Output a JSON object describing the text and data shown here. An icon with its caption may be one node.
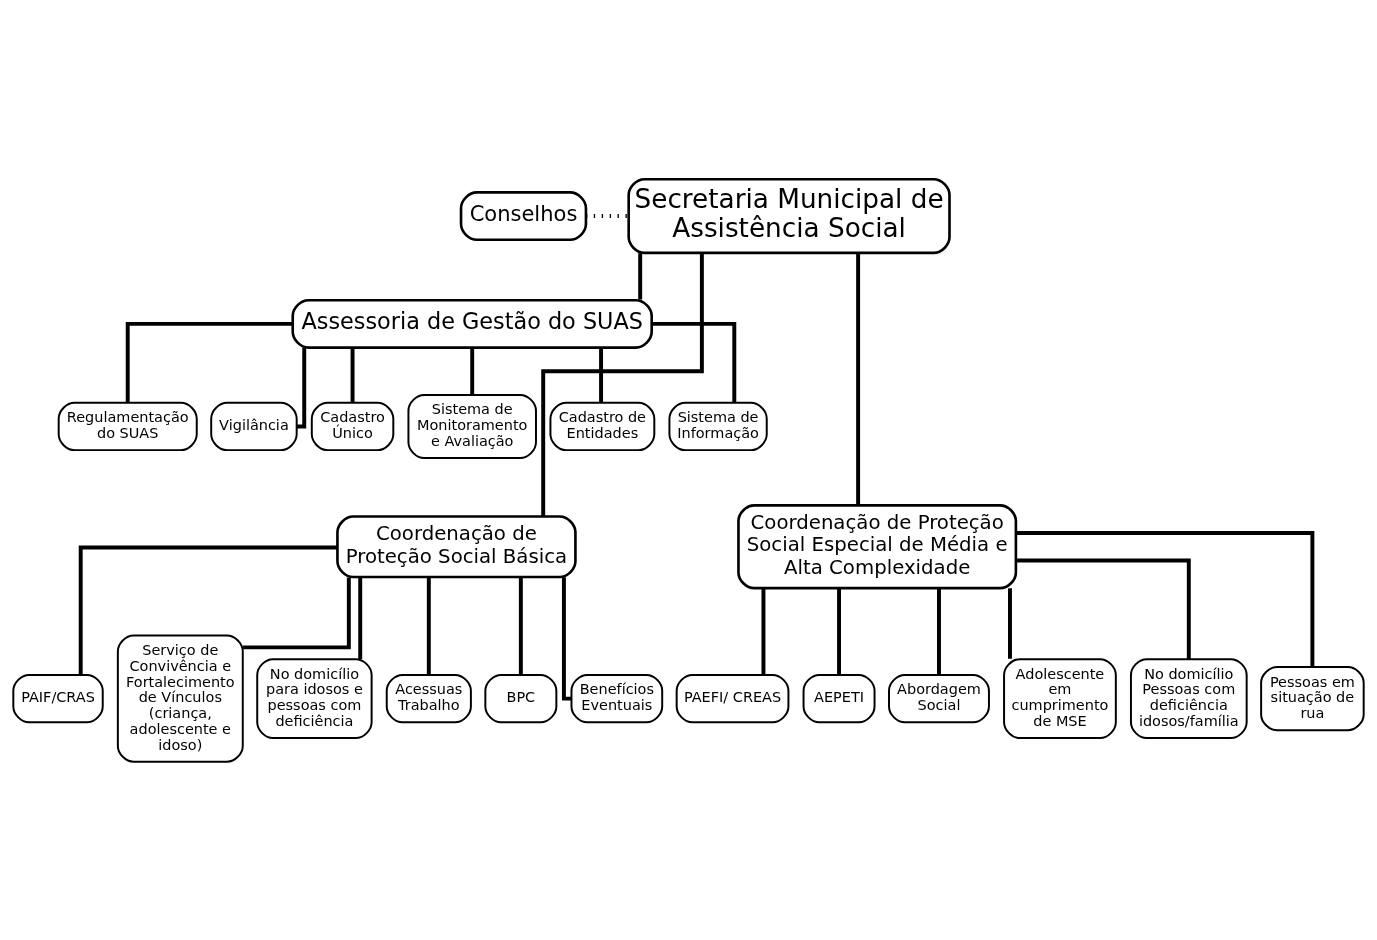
{
  "diagram": {
    "nodes": [
      {
        "text": [
          "Conselhos"
        ]
      },
      {
        "text": [
          "Secretaria Municipal de Assistência Social"
        ]
      },
      {
        "text": [
          "Assessoria de Gestão do SUAS"
        ]
      },
      {
        "text": [
          "Regulamentação do SUAS"
        ]
      },
      {
        "text": [
          "Vigilância"
        ]
      },
      {
        "text": [
          "Cadastro Único"
        ]
      },
      {
        "text": [
          "Sistema de Monitoramento e Avaliação"
        ]
      },
      {
        "text": [
          "Cadastro de Entidades"
        ]
      },
      {
        "text": [
          "Sistema de Informação"
        ]
      },
      {
        "text": [
          "Coordenação de Proteção Social Básica"
        ]
      },
      {
        "text": [
          "Coordenação de Proteção Social Especial de Média e Alta Complexidade"
        ]
      },
      {
        "text": [
          "PAIF/CRAS"
        ]
      },
      {
        "text": [
          "Serviço de Convivência e Fortalecimento de Vínculos (criança, adolescente e idoso)"
        ]
      },
      {
        "text": [
          "No domicílio para idosos e pessoas com deficiência"
        ]
      },
      {
        "text": [
          "Acessuas Trabalho"
        ]
      },
      {
        "text": [
          "BPC"
        ]
      },
      {
        "text": [
          "Benefícios Eventuais"
        ]
      },
      {
        "text": [
          "PAEFI/ CREAS"
        ]
      },
      {
        "text": [
          "AEPETI"
        ]
      },
      {
        "text": [
          "Abordagem Social"
        ]
      },
      {
        "text": [
          "Adolescente em cumprimento de MSE"
        ]
      },
      {
        "text": [
          "No domicílio Pessoas com deficiência idosos/família"
        ]
      },
      {
        "text": [
          "Pessoas em situação de rua"
        ]
      }
    ],
    "edges": [
      {
        "from": 0,
        "to": 1,
        "arrow": "none",
        "style": "dashed"
      },
      {
        "from": 1,
        "to": 2,
        "arrow": "none"
      },
      {
        "from": 2,
        "to": 3,
        "arrow": "none"
      },
      {
        "from": 2,
        "to": 4,
        "arrow": "none"
      },
      {
        "from": 2,
        "to": 5,
        "arrow": "none"
      },
      {
        "from": 2,
        "to": 6,
        "arrow": "none"
      },
      {
        "from": 2,
        "to": 7,
        "arrow": "none"
      },
      {
        "from": 2,
        "to": 8,
        "arrow": "none"
      },
      {
        "from": 1,
        "to": 9,
        "arrow": "none"
      },
      {
        "from": 1,
        "to": 10,
        "arrow": "none"
      },
      {
        "from": 9,
        "to": 11,
        "arrow": "none"
      },
      {
        "from": 9,
        "to": 12,
        "arrow": "none"
      },
      {
        "from": 9,
        "to": 13,
        "arrow": "none"
      },
      {
        "from": 9,
        "to": 14,
        "arrow": "none"
      },
      {
        "from": 9,
        "to": 15,
        "arrow": "none"
      },
      {
        "from": 9,
        "to": 16,
        "arrow": "none"
      },
      {
        "from": 10,
        "to": 17,
        "arrow": "none"
      },
      {
        "from": 10,
        "to": 18,
        "arrow": "none"
      },
      {
        "from": 10,
        "to": 19,
        "arrow": "none"
      },
      {
        "from": 10,
        "to": 20,
        "arrow": "none"
      },
      {
        "from": 10,
        "to": 21,
        "arrow": "none"
      },
      {
        "from": 10,
        "to": 22,
        "arrow": "none"
      }
    ]
  }
}
